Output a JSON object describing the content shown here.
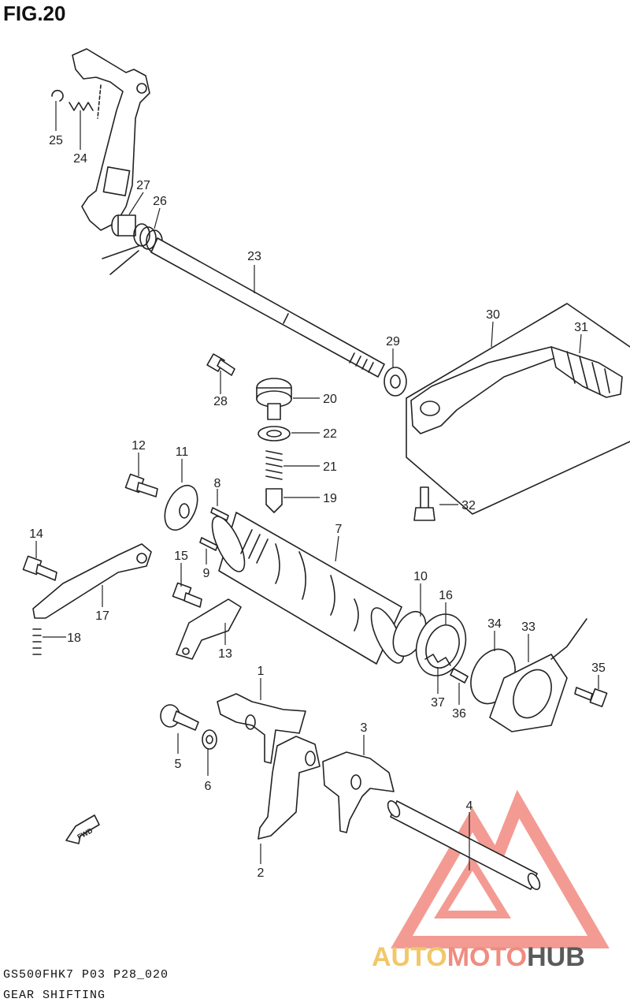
{
  "figure": {
    "title": "FIG.20",
    "code": "GS500FHK7 P03 P28_020",
    "name": "GEAR SHIFTING",
    "direction_label": "FWD"
  },
  "callouts": [
    "1",
    "2",
    "3",
    "4",
    "5",
    "6",
    "7",
    "8",
    "9",
    "10",
    "11",
    "12",
    "13",
    "14",
    "15",
    "16",
    "17",
    "18",
    "19",
    "20",
    "21",
    "22",
    "23",
    "24",
    "25",
    "26",
    "27",
    "28",
    "29",
    "30",
    "31",
    "32",
    "33",
    "34",
    "35",
    "36",
    "37"
  ],
  "watermark": {
    "brand_part1": "AUTO",
    "brand_part2": "MOTO",
    "brand_part3": "HUB",
    "colors": {
      "auto": "#f2c76a",
      "moto": "#f08c80",
      "hub": "#5a5a5a",
      "triangle": "#f07a70"
    }
  }
}
